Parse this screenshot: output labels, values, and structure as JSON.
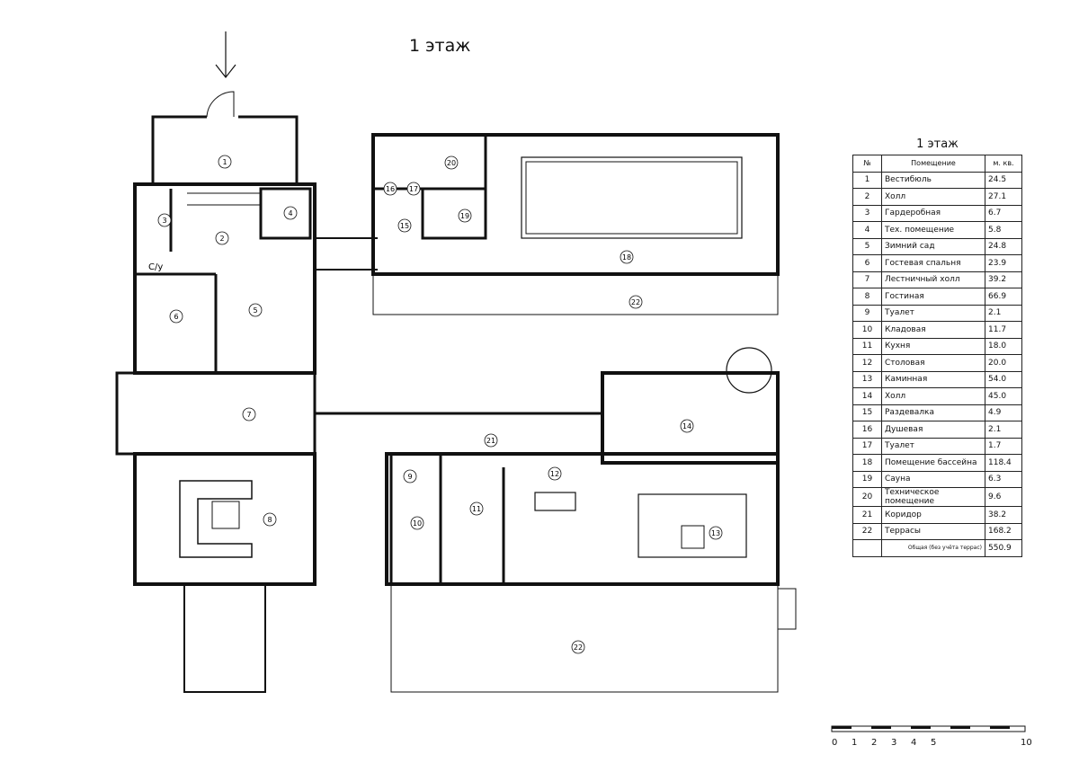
{
  "plan_title": "1 этаж",
  "table": {
    "title": "1 этаж",
    "headers": [
      "№",
      "Помещение",
      "м. кв."
    ],
    "rows": [
      {
        "n": "1",
        "name": "Вестибюль",
        "area": "24.5"
      },
      {
        "n": "2",
        "name": "Холл",
        "area": "27.1"
      },
      {
        "n": "3",
        "name": "Гардеробная",
        "area": "6.7"
      },
      {
        "n": "4",
        "name": "Тех. помещение",
        "area": "5.8"
      },
      {
        "n": "5",
        "name": "Зимний сад",
        "area": "24.8"
      },
      {
        "n": "6",
        "name": "Гостевая спальня",
        "area": "23.9"
      },
      {
        "n": "7",
        "name": "Лестничный холл",
        "area": "39.2"
      },
      {
        "n": "8",
        "name": "Гостиная",
        "area": "66.9"
      },
      {
        "n": "9",
        "name": "Туалет",
        "area": "2.1"
      },
      {
        "n": "10",
        "name": "Кладовая",
        "area": "11.7"
      },
      {
        "n": "11",
        "name": "Кухня",
        "area": "18.0"
      },
      {
        "n": "12",
        "name": "Столовая",
        "area": "20.0"
      },
      {
        "n": "13",
        "name": "Каминная",
        "area": "54.0"
      },
      {
        "n": "14",
        "name": "Холл",
        "area": "45.0"
      },
      {
        "n": "15",
        "name": "Раздевалка",
        "area": "4.9"
      },
      {
        "n": "16",
        "name": "Душевая",
        "area": "2.1"
      },
      {
        "n": "17",
        "name": "Туалет",
        "area": "1.7"
      },
      {
        "n": "18",
        "name": "Помещение бассейна",
        "area": "118.4"
      },
      {
        "n": "19",
        "name": "Сауна",
        "area": "6.3"
      },
      {
        "n": "20",
        "name": "Техническое помещение",
        "area": "9.6"
      },
      {
        "n": "21",
        "name": "Коридор",
        "area": "38.2"
      },
      {
        "n": "22",
        "name": "Террасы",
        "area": "168.2"
      }
    ],
    "total_label": "Общая (без учёта террас)",
    "total_area": "550.9"
  },
  "wc_label": "С/у",
  "room_markers": [
    "1",
    "2",
    "3",
    "4",
    "5",
    "6",
    "7",
    "8",
    "9",
    "10",
    "11",
    "12",
    "13",
    "14",
    "15",
    "16",
    "17",
    "18",
    "19",
    "20",
    "21",
    "22",
    "22"
  ],
  "scale_labels": [
    "0",
    "1",
    "2",
    "3",
    "4",
    "5",
    "10"
  ]
}
